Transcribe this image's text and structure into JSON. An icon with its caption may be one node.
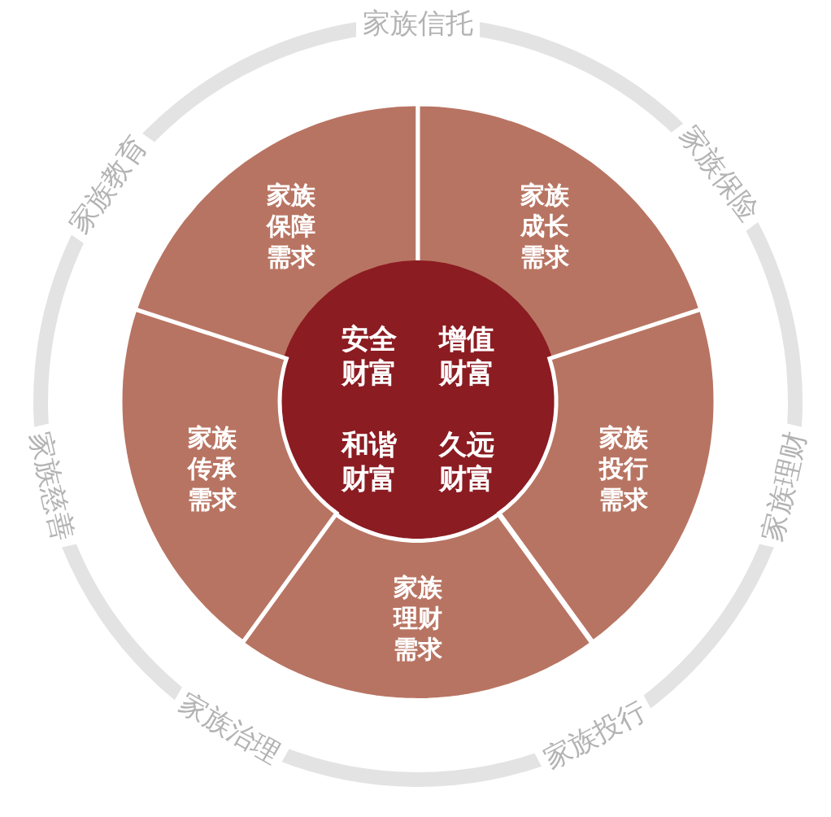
{
  "diagram": {
    "nodes": [
      {
        "text": [
          "家族保障需求"
        ]
      },
      {
        "text": [
          "家族成长需求"
        ]
      },
      {
        "text": [
          "安全财富",
          "增值财富",
          "和谐财富",
          "久远财富"
        ]
      },
      {
        "text": [
          "家族传承需求"
        ]
      },
      {
        "text": [
          "家族投行需求"
        ]
      },
      {
        "text": [
          "家族理财需求"
        ]
      }
    ],
    "labels": [
      "家族信托",
      "家族保险",
      "家族理财",
      "家族投行",
      "家族治理",
      "家族慈善",
      "家族教育"
    ]
  }
}
